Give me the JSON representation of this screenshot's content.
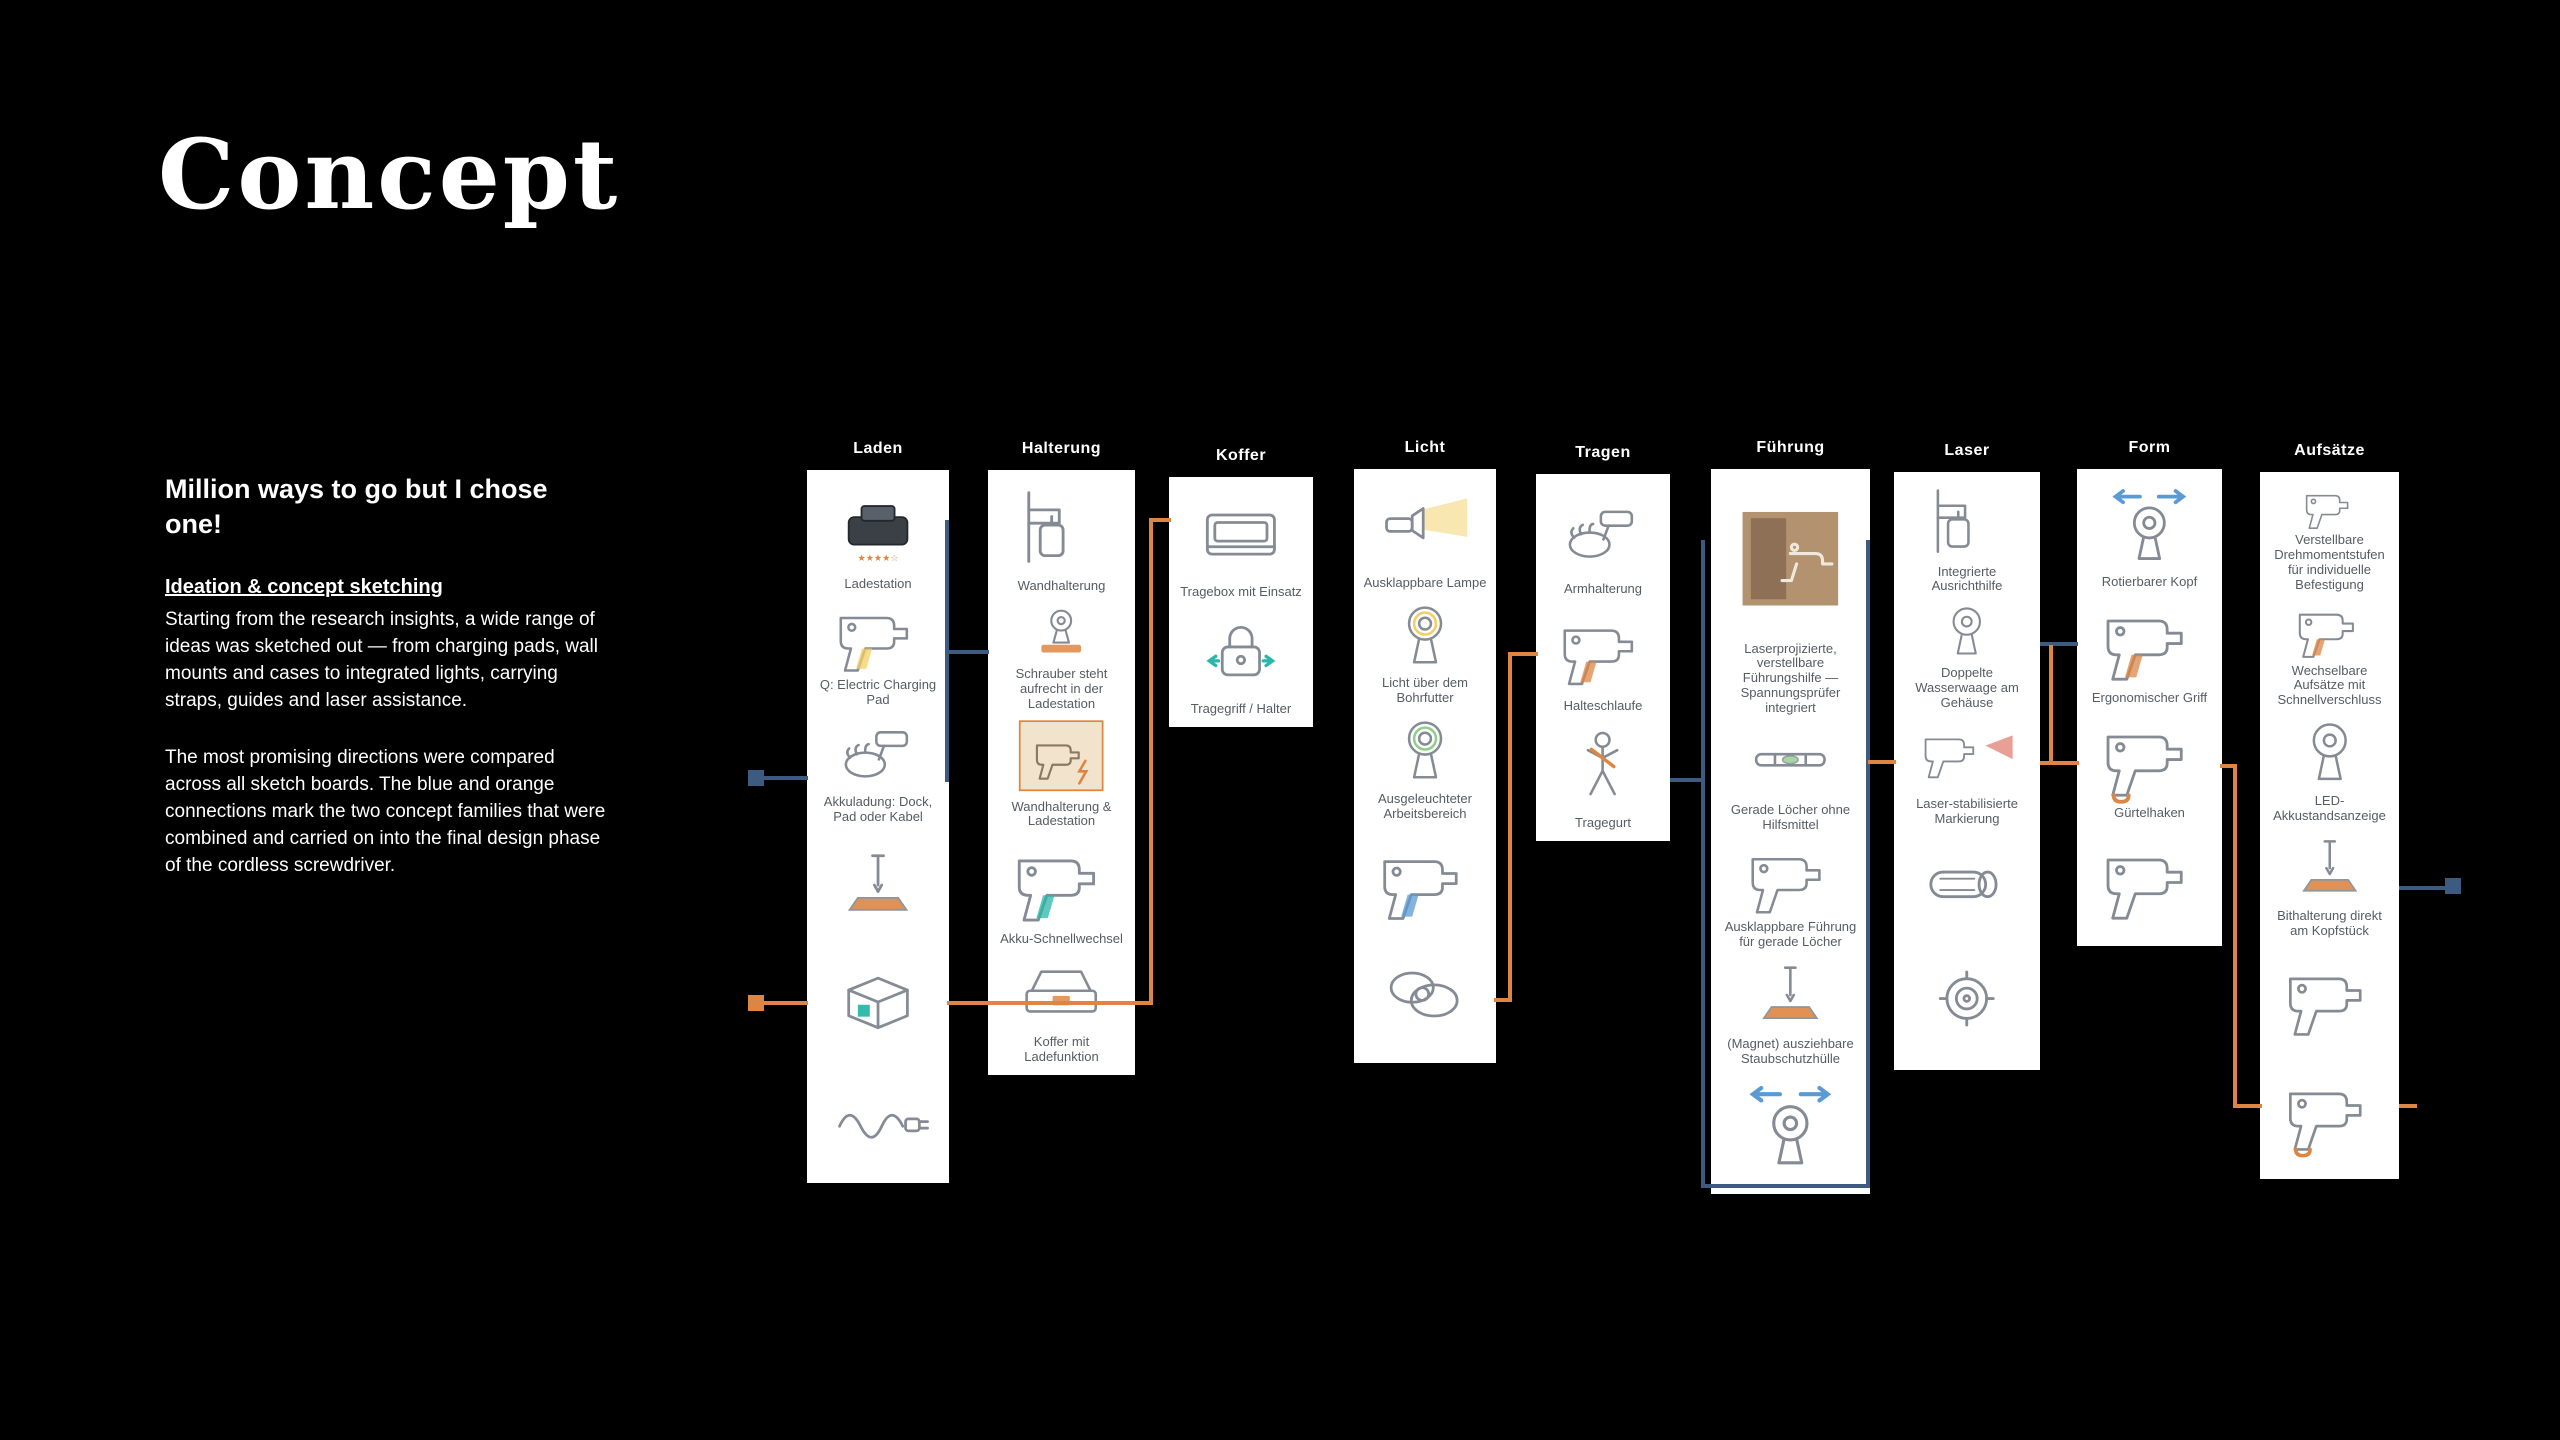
{
  "title": "Concept",
  "intro": {
    "heading": "Million ways to go but I chose one!",
    "subheading": "Ideation & concept sketching",
    "p1": "Starting from the research insights, a wide range of ideas was sketched out — from charging pads, wall mounts and cases to integrated lights, carrying straps, guides and laser assistance.",
    "p2": "The most promising directions were compared across all sketch boards. The blue and orange connections mark the two concept families that were combined and carried on into the final design phase of the cordless screwdriver."
  },
  "colors": {
    "accent_blue": "#3d5a80",
    "accent_orange": "#dd8643",
    "sketch_stroke": "#848b94",
    "teal": "#2ab7a9",
    "yellow": "#f2cf63",
    "red": "#d95f4e",
    "green": "#8fcf8a",
    "light_blue": "#5a9bd4",
    "photo_tan": "#b3926f",
    "strip_bg": "#ffffff"
  },
  "board": {
    "columns": [
      {
        "label": "Laden",
        "sketches": [
          {
            "kind": "dock",
            "caption": "Ladestation"
          },
          {
            "kind": "drill",
            "accent": "yellow",
            "caption": "Q: Electric Charging Pad"
          },
          {
            "kind": "hand",
            "caption": "Akkuladung: Dock, Pad oder Kabel"
          },
          {
            "kind": "bit",
            "accent": "orange",
            "caption": ""
          },
          {
            "kind": "box",
            "accent": "teal",
            "caption": ""
          },
          {
            "kind": "cable",
            "caption": ""
          }
        ]
      },
      {
        "label": "Halterung",
        "sketches": [
          {
            "kind": "bracket",
            "caption": "Wandhalterung"
          },
          {
            "kind": "drillmount",
            "accent": "orange",
            "caption": "Schrauber steht aufrecht in der Ladestation"
          },
          {
            "kind": "card",
            "caption": "Wandhalterung & Ladestation"
          },
          {
            "kind": "drill",
            "accent": "teal",
            "caption": "Akku-Schnellwechsel"
          },
          {
            "kind": "case",
            "accent": "orange",
            "caption": "Koffer mit Ladefunktion"
          }
        ]
      },
      {
        "label": "Koffer",
        "sketches": [
          {
            "kind": "tray",
            "caption": "Tragebox mit Einsatz"
          },
          {
            "kind": "lock",
            "accent": "teal",
            "caption": "Tragegriff / Halter"
          }
        ]
      },
      {
        "label": "Licht",
        "sketches": [
          {
            "kind": "cone",
            "caption": "Ausklappbare Lampe"
          },
          {
            "kind": "drillfront",
            "accent": "yellow",
            "caption": "Licht über dem Bohrfutter"
          },
          {
            "kind": "drillfront",
            "accent": "green",
            "caption": "Ausgeleuchteter Arbeitsbereich"
          },
          {
            "kind": "drill",
            "accent": "blue",
            "caption": ""
          },
          {
            "kind": "circles",
            "caption": ""
          }
        ]
      },
      {
        "label": "Tragen",
        "sketches": [
          {
            "kind": "hand",
            "caption": "Armhalterung"
          },
          {
            "kind": "drill",
            "accent": "orange",
            "caption": "Halteschlaufe"
          },
          {
            "kind": "person",
            "accent": "orange",
            "caption": "Tragegurt"
          }
        ]
      },
      {
        "label": "Führung",
        "sketches": [
          {
            "kind": "photo",
            "tall": true,
            "caption": "Laserprojizierte, verstellbare Führungshilfe — Spannungsprüfer integriert"
          },
          {
            "kind": "level",
            "accent": "green",
            "caption": "Gerade Löcher ohne Hilfsmittel"
          },
          {
            "kind": "drill",
            "caption": "Ausklappbare Führung für gerade Löcher"
          },
          {
            "kind": "bit",
            "accent": "orange",
            "caption": "(Magnet) ausziehbare Staubschutzhülle"
          },
          {
            "kind": "arrows",
            "accent": "blue",
            "caption": ""
          }
        ]
      },
      {
        "label": "Laser",
        "sketches": [
          {
            "kind": "bracket",
            "caption": "Integrierte Ausrichthilfe"
          },
          {
            "kind": "drillfront",
            "caption": "Doppelte Wasserwaage am Gehäuse"
          },
          {
            "kind": "beam",
            "caption": "Laser-stabilisierte Markierung"
          },
          {
            "kind": "cylinder",
            "caption": ""
          },
          {
            "kind": "rear",
            "caption": ""
          }
        ]
      },
      {
        "label": "Form",
        "sketches": [
          {
            "kind": "arrows",
            "accent": "blue",
            "caption": "Rotierbarer Kopf"
          },
          {
            "kind": "drill",
            "accent": "orange",
            "caption": "Ergonomischer Griff"
          },
          {
            "kind": "hook",
            "accent": "orange",
            "caption": "Gürtelhaken"
          },
          {
            "kind": "drill",
            "caption": ""
          }
        ]
      },
      {
        "label": "Aufsätze",
        "sketches": [
          {
            "kind": "drill",
            "caption": "Verstellbare Drehmomentstufen für individuelle Befestigung"
          },
          {
            "kind": "drill",
            "accent": "orange",
            "caption": "Wechselbare Aufsätze mit Schnellverschluss"
          },
          {
            "kind": "drillfront",
            "caption": "LED-Akkustandsanzeige"
          },
          {
            "kind": "bit",
            "accent": "orange",
            "caption": "Bithalterung direkt am Kopfstück"
          },
          {
            "kind": "drill",
            "caption": ""
          },
          {
            "kind": "hook",
            "accent": "orange",
            "caption": ""
          }
        ]
      }
    ]
  }
}
